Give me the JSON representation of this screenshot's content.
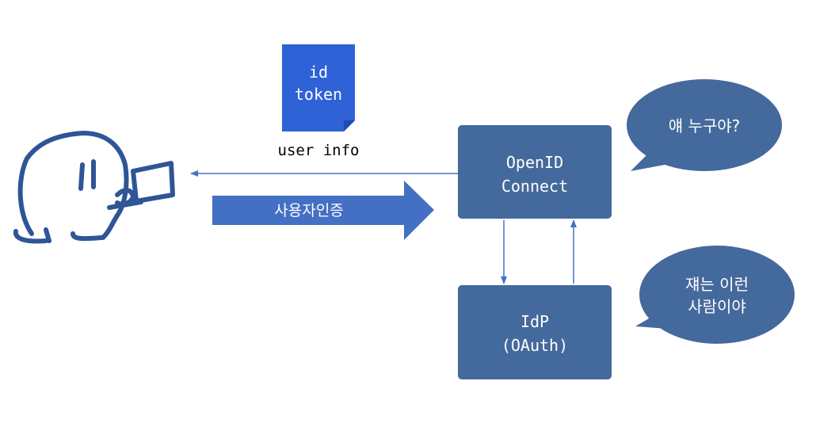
{
  "colors": {
    "box_fill": "#44699C",
    "doc_fill": "#2E62D6",
    "arrow_fill": "#4470C4",
    "line": "#4472C4",
    "sketch": "#2F5597",
    "text_light": "#ffffff",
    "text_dark": "#000000"
  },
  "token_doc": {
    "line1": "id",
    "line2": "token"
  },
  "user_info_label": "user info",
  "auth_arrow_label": "사용자인증",
  "openid_box": {
    "line1": "OpenID",
    "line2": "Connect"
  },
  "idp_box": {
    "line1": "IdP",
    "line2": "(OAuth)"
  },
  "bubble_question": {
    "line1": "얘 누구야?"
  },
  "bubble_answer": {
    "line1": "쟤는 이런",
    "line2": "사람이야"
  },
  "icons": {
    "user": "user-with-laptop-sketch-icon"
  }
}
